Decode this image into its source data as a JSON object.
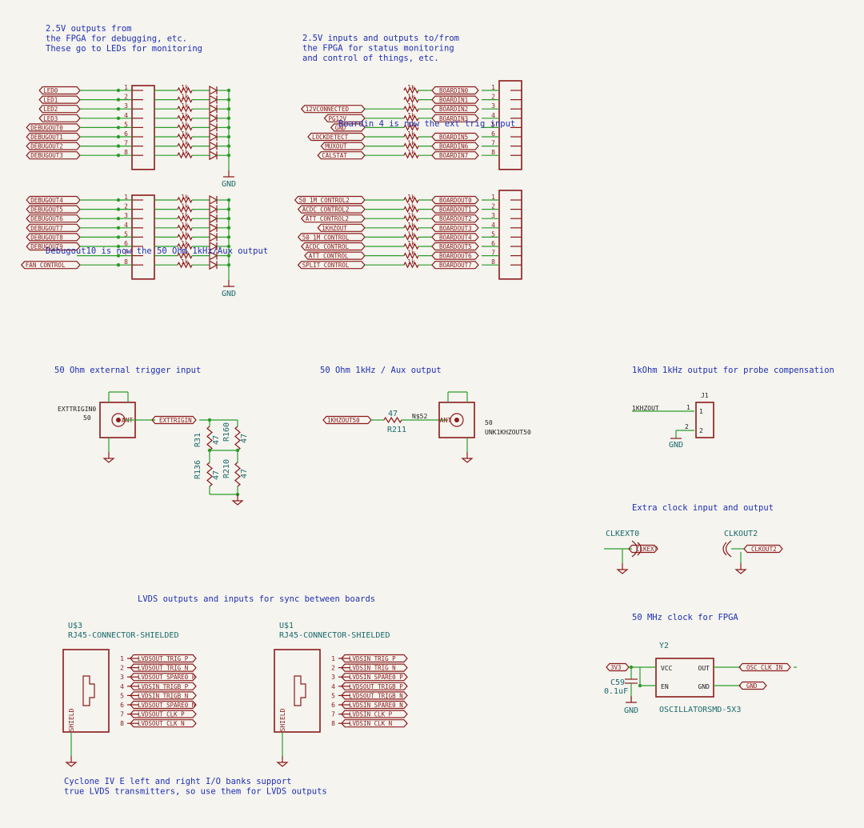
{
  "notes": {
    "led_note": [
      "2.5V outputs from",
      "the FPGA for debugging, etc.",
      "These go to LEDs for monitoring"
    ],
    "status_note": [
      "2.5V inputs and outputs to/from",
      "the FPGA for status monitoring",
      "and control of things, etc."
    ],
    "boardin_note": "Boardin 4 is now the ext trig input",
    "debugout_note": "Debugout10 is now the 50 Ohm 1kHz/Aux output",
    "ext_trig_title": "50 Ohm external trigger input",
    "aux_title": "50 Ohm 1kHz / Aux output",
    "probe_title": "1kOhm 1kHz output for probe compensation",
    "extra_clock_title": "Extra clock input and output",
    "lvds_title": "LVDS outputs and inputs for sync between boards",
    "clock50_title": "50 MHz clock for FPGA",
    "cyclone_note": [
      "Cyclone IV E left and right I/O banks support",
      "true LVDS transmitters, so use them for LVDS outputs"
    ]
  },
  "led_block1": {
    "labels": [
      "LED0",
      "LED1",
      "LED2",
      "LED3",
      "DEBUGOUT0",
      "DEBUGOUT1",
      "DEBUGOUT2",
      "DEBUGOUT3"
    ],
    "pins": [
      "1",
      "2",
      "3",
      "4",
      "5",
      "6",
      "7",
      "8"
    ],
    "res": "1k",
    "gnd": "GND"
  },
  "led_block2": {
    "labels": [
      "DEBUGOUT4",
      "DEBUGOUT5",
      "DEBUGOUT6",
      "DEBUGOUT7",
      "DEBUGOUT8",
      "DEBUGOUT9",
      "",
      "FAN_CONTROL"
    ],
    "pins": [
      "1",
      "2",
      "3",
      "4",
      "5",
      "6",
      "7",
      "8"
    ],
    "res": "1k",
    "gnd": "GND"
  },
  "boardin_block": {
    "left": [
      "",
      "",
      "12VCONNECTED",
      "PG12V",
      "GND",
      "LOCKDETECT",
      "MUXOUT",
      "CALSTAT"
    ],
    "right": [
      "BOARDIN0",
      "BOARDIN1",
      "BOARDIN2",
      "BOARDIN3",
      "",
      "BOARDIN5",
      "BOARDIN6",
      "BOARDIN7"
    ],
    "pins": [
      "1",
      "2",
      "3",
      "4",
      "5",
      "6",
      "7",
      "8"
    ],
    "res": "1k"
  },
  "boardout_block": {
    "left": [
      "50_1M_CONTROL2",
      "ACDC_CONTROL2",
      "ATT_CONTROL2",
      "1KHZOUT",
      "50_1M_CONTROL",
      "ACDC_CONTROL",
      "ATT_CONTROL",
      "SPLIT_CONTROL"
    ],
    "right": [
      "BOARDOUT0",
      "BOARDOUT1",
      "BOARDOUT2",
      "BOARDOUT3",
      "BOARDOUT4",
      "BOARDOUT5",
      "BOARDOUT6",
      "BOARDOUT7"
    ],
    "pins": [
      "1",
      "2",
      "3",
      "4",
      "5",
      "6",
      "7",
      "8"
    ],
    "res": "1k"
  },
  "ext_trig": {
    "conn_name": "EXTTRIGIN0",
    "conn_value": "50",
    "ant": "ANT",
    "net": "EXTTRIGIN",
    "r31": "R31",
    "r31_val": "47",
    "r160": "R160",
    "r160_val": "47",
    "r136": "R136",
    "r136_val": "47",
    "r210": "R210",
    "r210_val": "47"
  },
  "aux": {
    "net": "1KHZOUT50",
    "r_val": "47",
    "r_name": "R211",
    "netname": "N$52",
    "ant": "ANT",
    "conn_value": "50",
    "conn_name": "UNK1KHZOUT50"
  },
  "probe": {
    "ref": "J1",
    "net": "1KHZOUT",
    "pin1": "1",
    "pin2": "2",
    "gnd": "GND"
  },
  "clk": {
    "in_ref": "CLKEXT0",
    "in_net": "CLKEXT",
    "out_ref": "CLKOUT2",
    "out_net": "CLKOUT2"
  },
  "rj1": {
    "ref": "U$3",
    "value": "RJ45-CONNECTOR-SHIELDED",
    "shield": "SHIELD",
    "pins": [
      "1",
      "2",
      "3",
      "4",
      "5",
      "6",
      "7",
      "8"
    ],
    "nets": [
      "LVDSOUT_TRIG_P",
      "LVDSOUT_TRIG_N",
      "LVDSOUT_SPARE0_P",
      "LVDSIN_TRIGB_P",
      "LVDSIN_TRIGB_N",
      "LVDSOUT_SPARE0_N",
      "LVDSOUT_CLK_P",
      "LVDSOUT_CLK_N"
    ]
  },
  "rj2": {
    "ref": "U$1",
    "value": "RJ45-CONNECTOR-SHIELDED",
    "shield": "SHIELD",
    "pins": [
      "1",
      "2",
      "3",
      "4",
      "5",
      "6",
      "7",
      "8"
    ],
    "nets": [
      "LVDSIN_TRIG_P",
      "LVDSIN_TRIG_N",
      "LVDSIN_SPARE0_P",
      "LVDSOUT_TRIGB_P",
      "LVDSOUT_TRIGB_N",
      "LVDSIN_SPARE0_N",
      "LVDSIN_CLK_P",
      "LVDSIN_CLK_N"
    ]
  },
  "osc": {
    "ref": "Y2",
    "value": "OSCILLATORSMD-5X3",
    "vcc": "VCC",
    "en": "EN",
    "out": "OUT",
    "gnd_pin": "GND",
    "net_3v3": "3V3",
    "net_out": "OSC_CLK_IN",
    "net_gnd": "GND",
    "cap_ref": "C59",
    "cap_val": "0.1uF",
    "gnd": "GND"
  }
}
